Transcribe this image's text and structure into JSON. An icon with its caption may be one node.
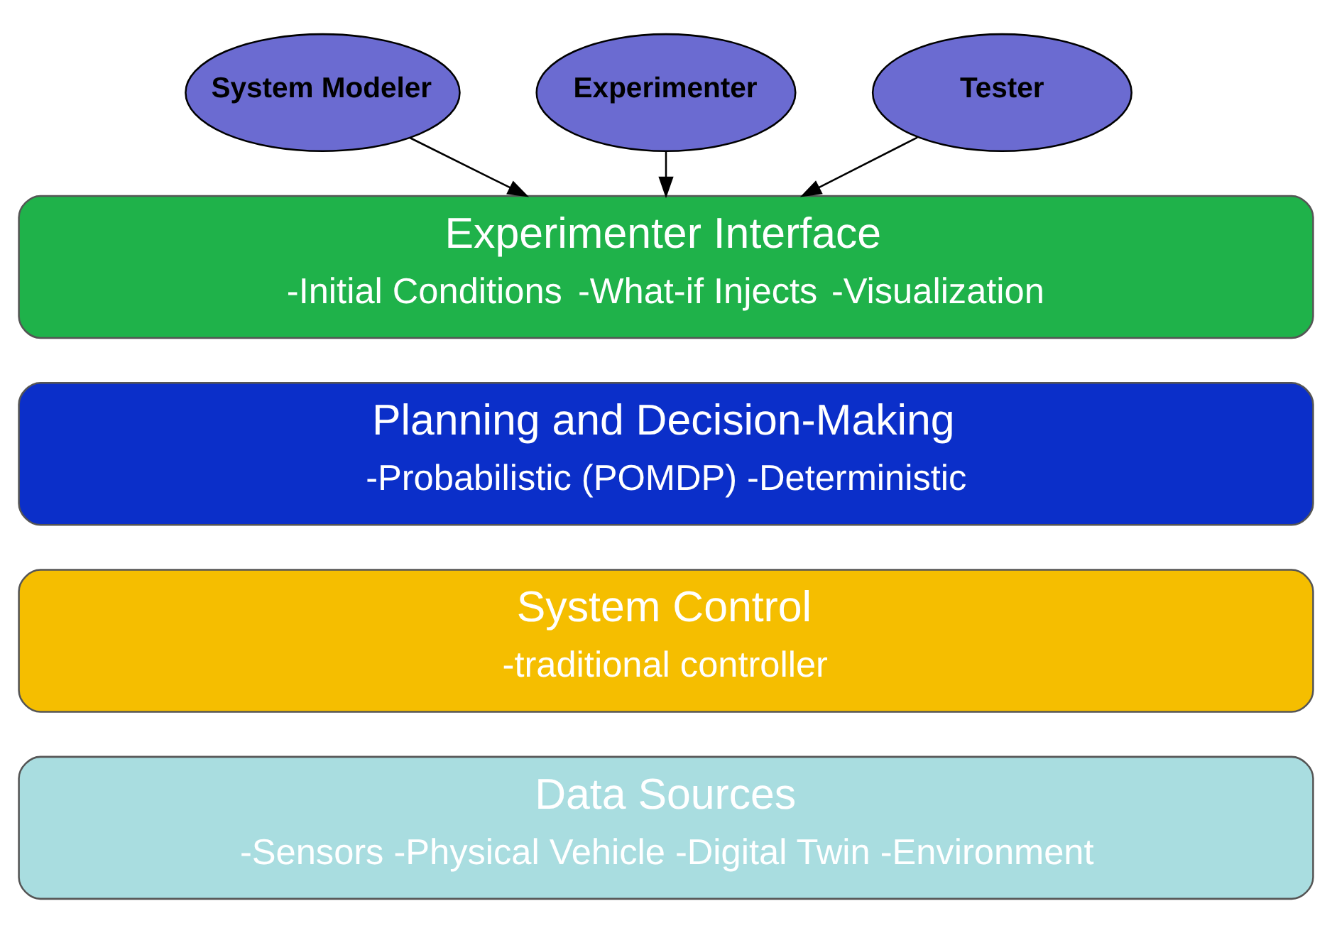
{
  "diagram": {
    "nodes": [
      {
        "text": [
          "System Modeler"
        ]
      },
      {
        "text": [
          "Experimenter"
        ]
      },
      {
        "text": [
          "Tester"
        ]
      },
      {
        "text": [
          "Experimenter Interface",
          "-Initial Conditions",
          "-What-if Injects",
          "-Visualization"
        ]
      },
      {
        "text": [
          "Planning and Decision-Making",
          "-Probabilistic (POMDP) -Deterministic"
        ]
      },
      {
        "text": [
          "System Control",
          "-traditional controller"
        ]
      },
      {
        "text": [
          "Data Sources",
          "-Sensors -Physical Vehicle -Digital Twin -Environment"
        ]
      }
    ],
    "edges": [
      {
        "from": 0,
        "to": 3,
        "arrow": "to"
      },
      {
        "from": 1,
        "to": 3,
        "arrow": "to"
      },
      {
        "from": 2,
        "to": 3,
        "arrow": "to"
      }
    ]
  }
}
